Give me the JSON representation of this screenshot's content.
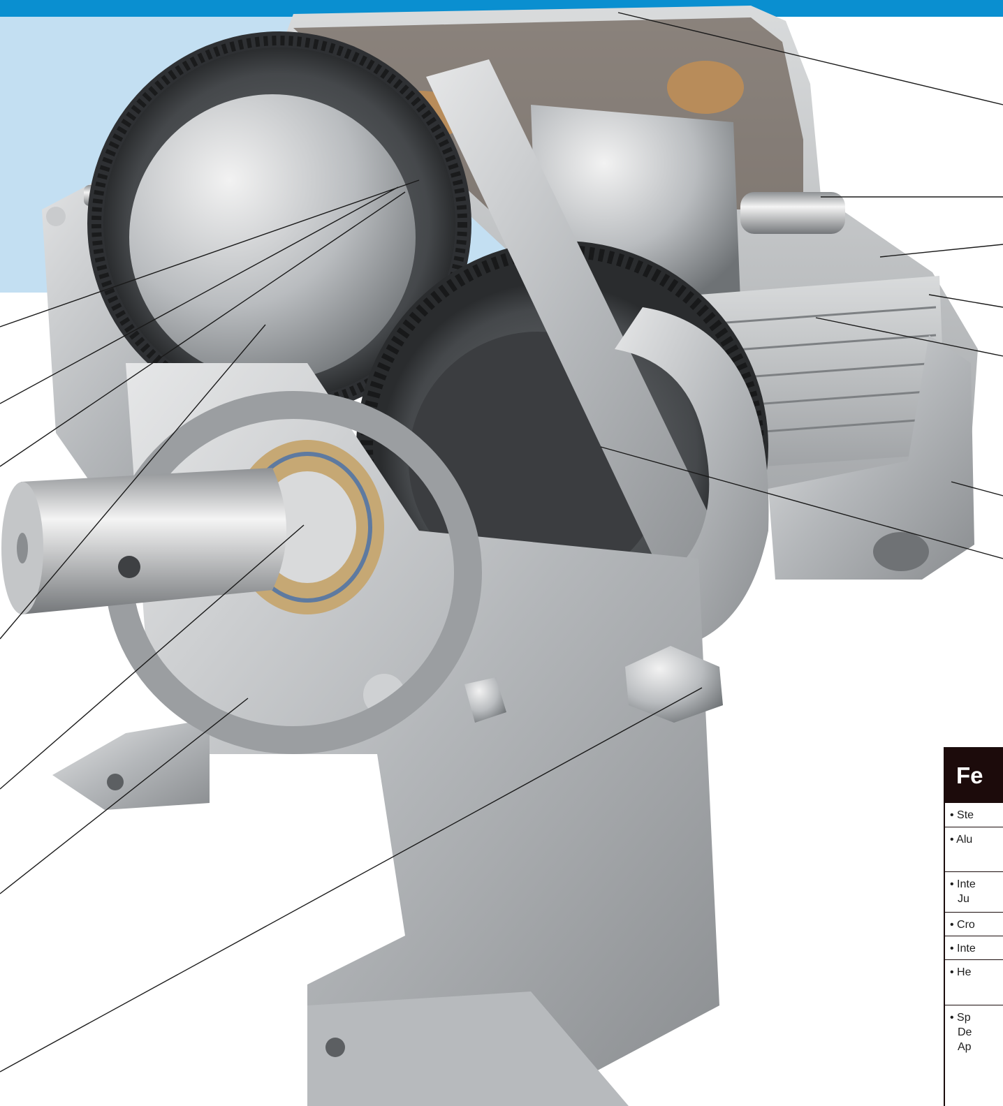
{
  "feature_table": {
    "title": "Fe",
    "rows": [
      {
        "line1": "• Ste",
        "line2": "",
        "line3": ""
      },
      {
        "line1": "• Alu",
        "line2": "",
        "line3": ""
      },
      {
        "line1": "• Inte",
        "line2": "Ju",
        "line3": ""
      },
      {
        "line1": "• Cro",
        "line2": "",
        "line3": ""
      },
      {
        "line1": "• Inte",
        "line2": "",
        "line3": ""
      },
      {
        "line1": "• He",
        "line2": "",
        "line3": ""
      },
      {
        "line1": "• Sp",
        "line2": "De",
        "line3": "Ap"
      }
    ]
  },
  "colors": {
    "top_bar": "#0a8fd0",
    "light_panel": "#c3dff2",
    "table_header": "#1c0b0b"
  }
}
